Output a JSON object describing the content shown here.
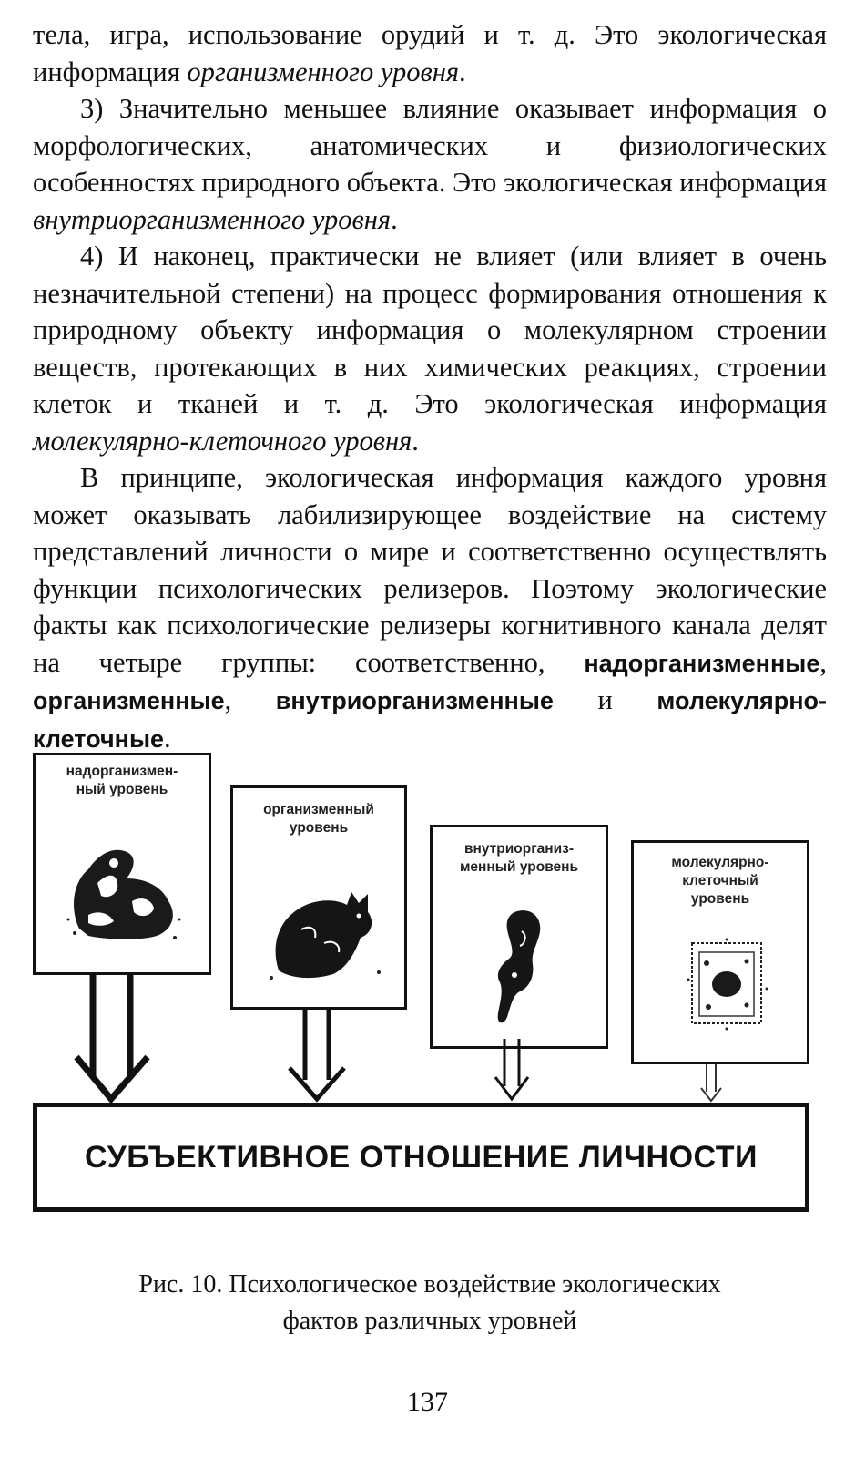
{
  "body_text": {
    "p1": {
      "part1": "тела, игра, использование орудий и т. д. Это экологическая информация ",
      "italic": "организменного уровня",
      "part2": "."
    },
    "p2": {
      "part1": "3) Значительно меньшее влияние оказывает информация о морфологических, анатомических и физиологических особенностях природного объекта. Это экологическая информация ",
      "italic": "внутриорганизменного уровня",
      "part2": "."
    },
    "p3": {
      "part1": "4) И наконец, практически не влияет (или влияет в очень незначительной степени) на процесс формирования отношения к природному объекту информация о молекулярном строении веществ, протекающих в них химических реакциях, строении клеток и тканей и т. д. Это экологическая информация ",
      "italic": "молекулярно-клеточного уровня",
      "part2": "."
    },
    "p4": {
      "part1": "В принципе, экологическая информация каждого уровня может оказывать лабилизирующее воздействие на систему представлений личности о мире и соответственно осуществлять функции психологических релизеров. Поэтому экологические факты как психологические релизеры когнитивного канала делят на четыре группы: соответственно, ",
      "bold1": "надорганизменные",
      "sep1": ", ",
      "bold2": "организменные",
      "sep2": ", ",
      "bold3": "внутриорганизменные",
      "sep3": " и ",
      "bold4": "молекулярно-клеточные",
      "end": "."
    }
  },
  "figure": {
    "levels": [
      {
        "label_line1": "надорганизмен-",
        "label_line2": "ный уровень",
        "icon": "animals-group-icon"
      },
      {
        "label_line1": "организменный",
        "label_line2": "уровень",
        "icon": "cat-icon"
      },
      {
        "label_line1": "внутриорганиз-",
        "label_line2": "менный уровень",
        "icon": "organ-icon"
      },
      {
        "label_line1": "молекулярно-",
        "label_line2": "клеточный",
        "label_line3": "уровень",
        "icon": "cell-icon"
      }
    ],
    "target_label": "СУБЪЕКТИВНОЕ ОТНОШЕНИЕ ЛИЧНОСТИ",
    "caption_line1": "Рис. 10. Психологическое воздействие экологических",
    "caption_line2": "фактов различных уровней"
  },
  "page_number": "137"
}
